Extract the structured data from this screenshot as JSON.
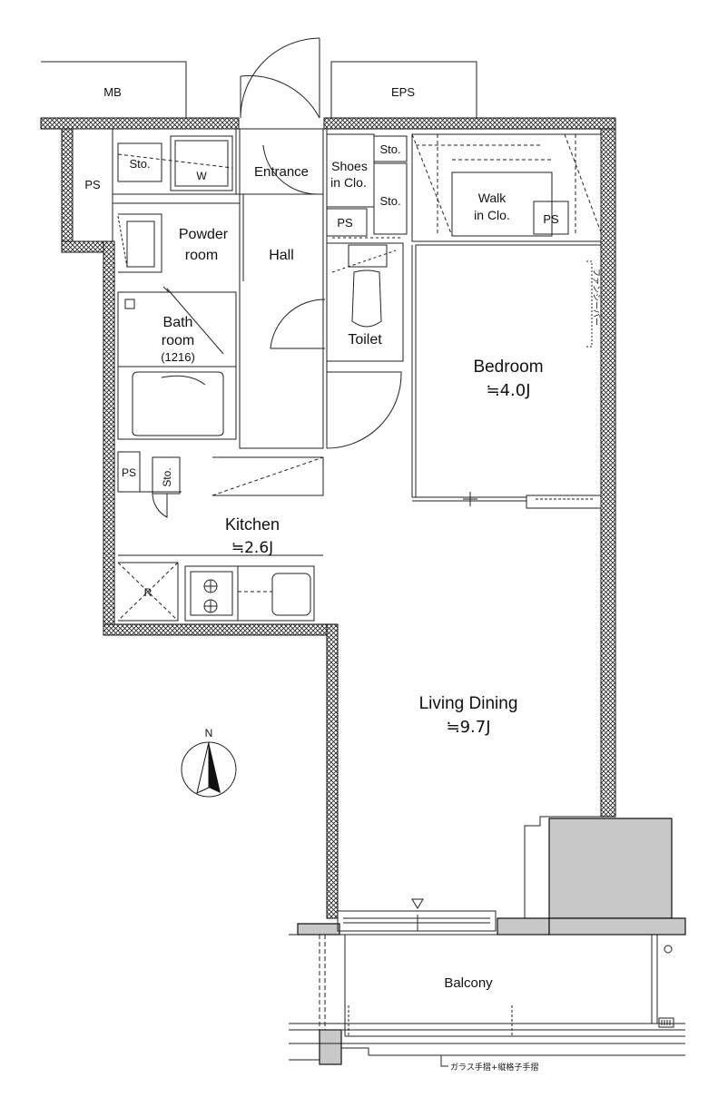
{
  "rooms": {
    "mb": "MB",
    "eps": "EPS",
    "ps_left": "PS",
    "sto_laundry": "Sto.",
    "washer": "W",
    "entrance": "Entrance",
    "shoes_line1": "Shoes",
    "shoes_line2": "in Clo.",
    "sto_top": "Sto.",
    "sto_shoes": "Sto.",
    "ps_hall": "PS",
    "powder_line1": "Powder",
    "powder_line2": "room",
    "hall": "Hall",
    "walk_line1": "Walk",
    "walk_line2": "in Clo.",
    "ps_walk": "PS",
    "bath_line1": "Bath",
    "bath_line2": "room",
    "bath_size": "(1216)",
    "toilet": "Toilet",
    "bedroom": "Bedroom",
    "bedroom_area": "≒4.0J",
    "fan_note": "ファンシーバー",
    "ps_kitchen": "PS",
    "sto_kitchen": "Sto.",
    "kitchen": "Kitchen",
    "kitchen_area": "≒2.6J",
    "fridge": "R",
    "living": "Living Dining",
    "living_area": "≒9.7J",
    "balcony": "Balcony",
    "railing_note": "ガラス手摺+縦格子手摺"
  },
  "compass": {
    "label": "N"
  },
  "colors": {
    "wall": "#111111",
    "shaft": "#c8c8c8",
    "line": "#222222"
  }
}
